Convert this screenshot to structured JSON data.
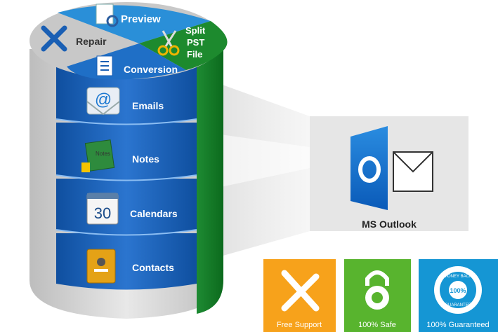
{
  "cylinder": {
    "top_sections": {
      "preview": "Preview",
      "repair": "Repair",
      "split_line1": "Split",
      "split_line2": "PST",
      "split_line3": "File",
      "conversion": "Conversion"
    },
    "layers": {
      "emails": "Emails",
      "notes": "Notes",
      "calendars": "Calendars",
      "contacts": "Contacts"
    },
    "calendar_day": "30",
    "notes_icon_text": "Notes"
  },
  "target": {
    "label": "MS Outlook",
    "logo_letter": "o"
  },
  "badges": [
    {
      "label": "Free Support",
      "color": "#f7a21b"
    },
    {
      "label": "100% Safe",
      "color": "#58b42e"
    },
    {
      "label": "100% Guaranteed",
      "color": "#1596d4"
    }
  ],
  "seal": {
    "top_text": "MONEY BACK",
    "center_text": "100%",
    "bottom_text": "GUARANTEE"
  },
  "colors": {
    "top_blue": "#2a8fd8",
    "top_gray": "#c8c8c8",
    "top_green": "#1d8a2e",
    "layer_blue": "#1a5fb4"
  }
}
